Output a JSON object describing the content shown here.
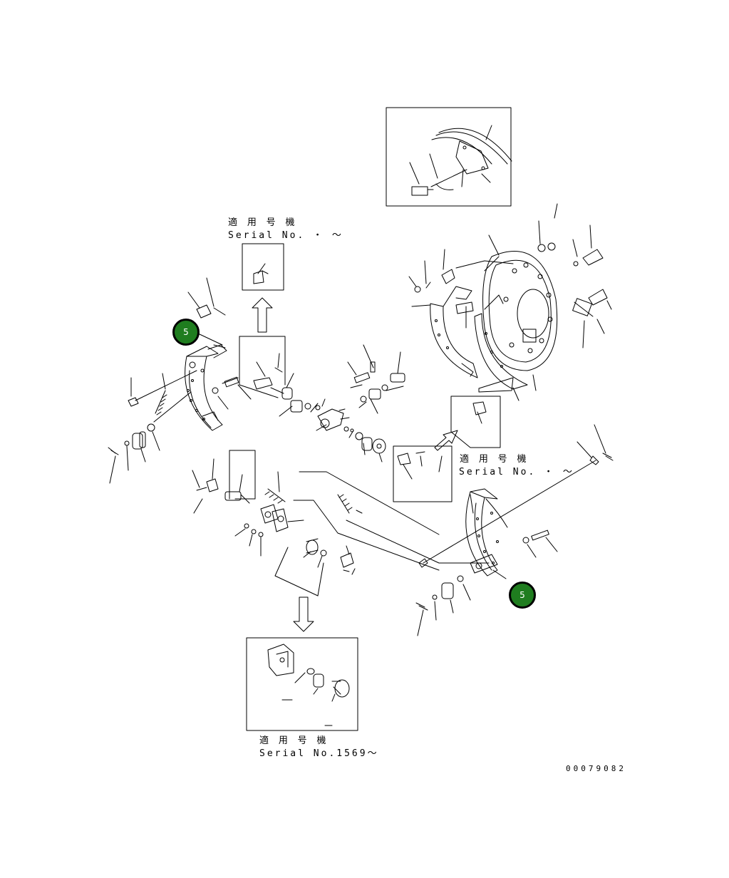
{
  "labels": {
    "top_serial_title": "適 用 号 機",
    "top_serial": "Serial No.  ・ 〜",
    "right_serial_title": "適 用 号 機",
    "right_serial": "Serial No.  ・ 〜",
    "bottom_serial_title": "適 用 号 機",
    "bottom_serial": "Serial No.1569〜"
  },
  "callouts": [
    {
      "number": "5"
    },
    {
      "number": "5"
    }
  ],
  "drawing_number": "00079082",
  "colors": {
    "callout_fill": "#1f7d1f",
    "line": "#000000"
  }
}
